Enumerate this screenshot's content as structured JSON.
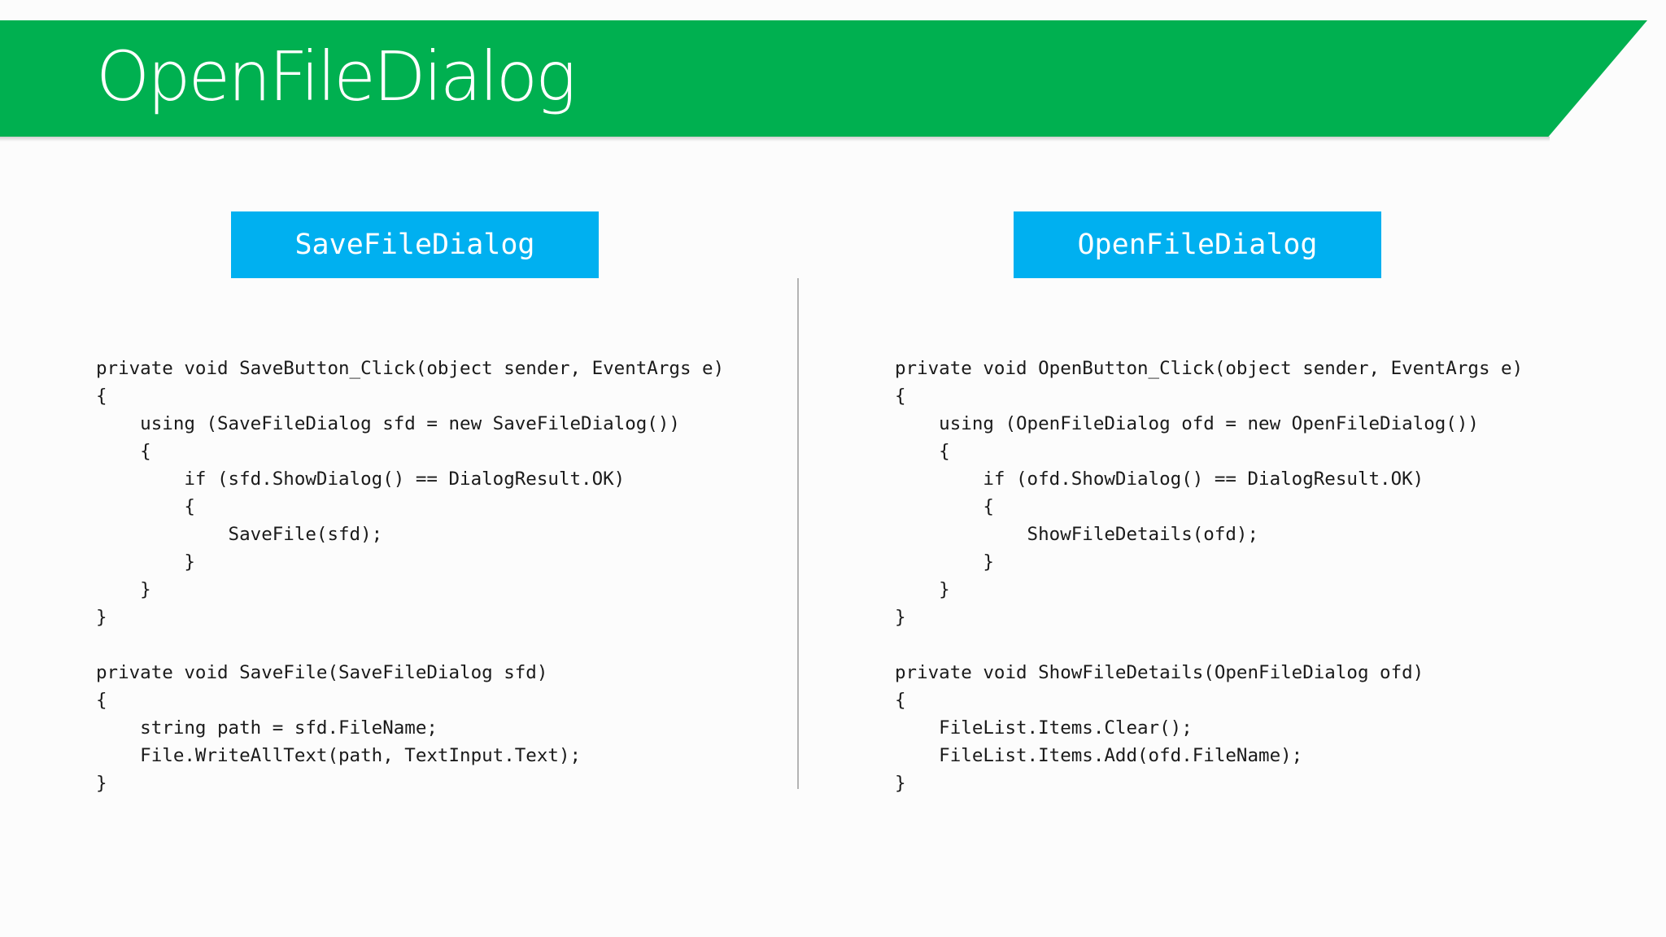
{
  "slide": {
    "title": "OpenFileDialog",
    "colors": {
      "banner": "#00b050",
      "label_box": "#00b0f0",
      "divider": "#b4b4b4",
      "text": "#1a1a1a",
      "title_text": "#ffffff"
    }
  },
  "left": {
    "label": "SaveFileDialog",
    "code": [
      "private void SaveButton_Click(object sender, EventArgs e)",
      "{",
      "    using (SaveFileDialog sfd = new SaveFileDialog())",
      "    {",
      "        if (sfd.ShowDialog() == DialogResult.OK)",
      "        {",
      "            SaveFile(sfd);",
      "        }",
      "    }",
      "}",
      "",
      "private void SaveFile(SaveFileDialog sfd)",
      "{",
      "    string path = sfd.FileName;",
      "    File.WriteAllText(path, TextInput.Text);",
      "}"
    ]
  },
  "right": {
    "label": "OpenFileDialog",
    "code": [
      "private void OpenButton_Click(object sender, EventArgs e)",
      "{",
      "    using (OpenFileDialog ofd = new OpenFileDialog())",
      "    {",
      "        if (ofd.ShowDialog() == DialogResult.OK)",
      "        {",
      "            ShowFileDetails(ofd);",
      "        }",
      "    }",
      "}",
      "",
      "private void ShowFileDetails(OpenFileDialog ofd)",
      "{",
      "    FileList.Items.Clear();",
      "    FileList.Items.Add(ofd.FileName);",
      "}"
    ]
  }
}
